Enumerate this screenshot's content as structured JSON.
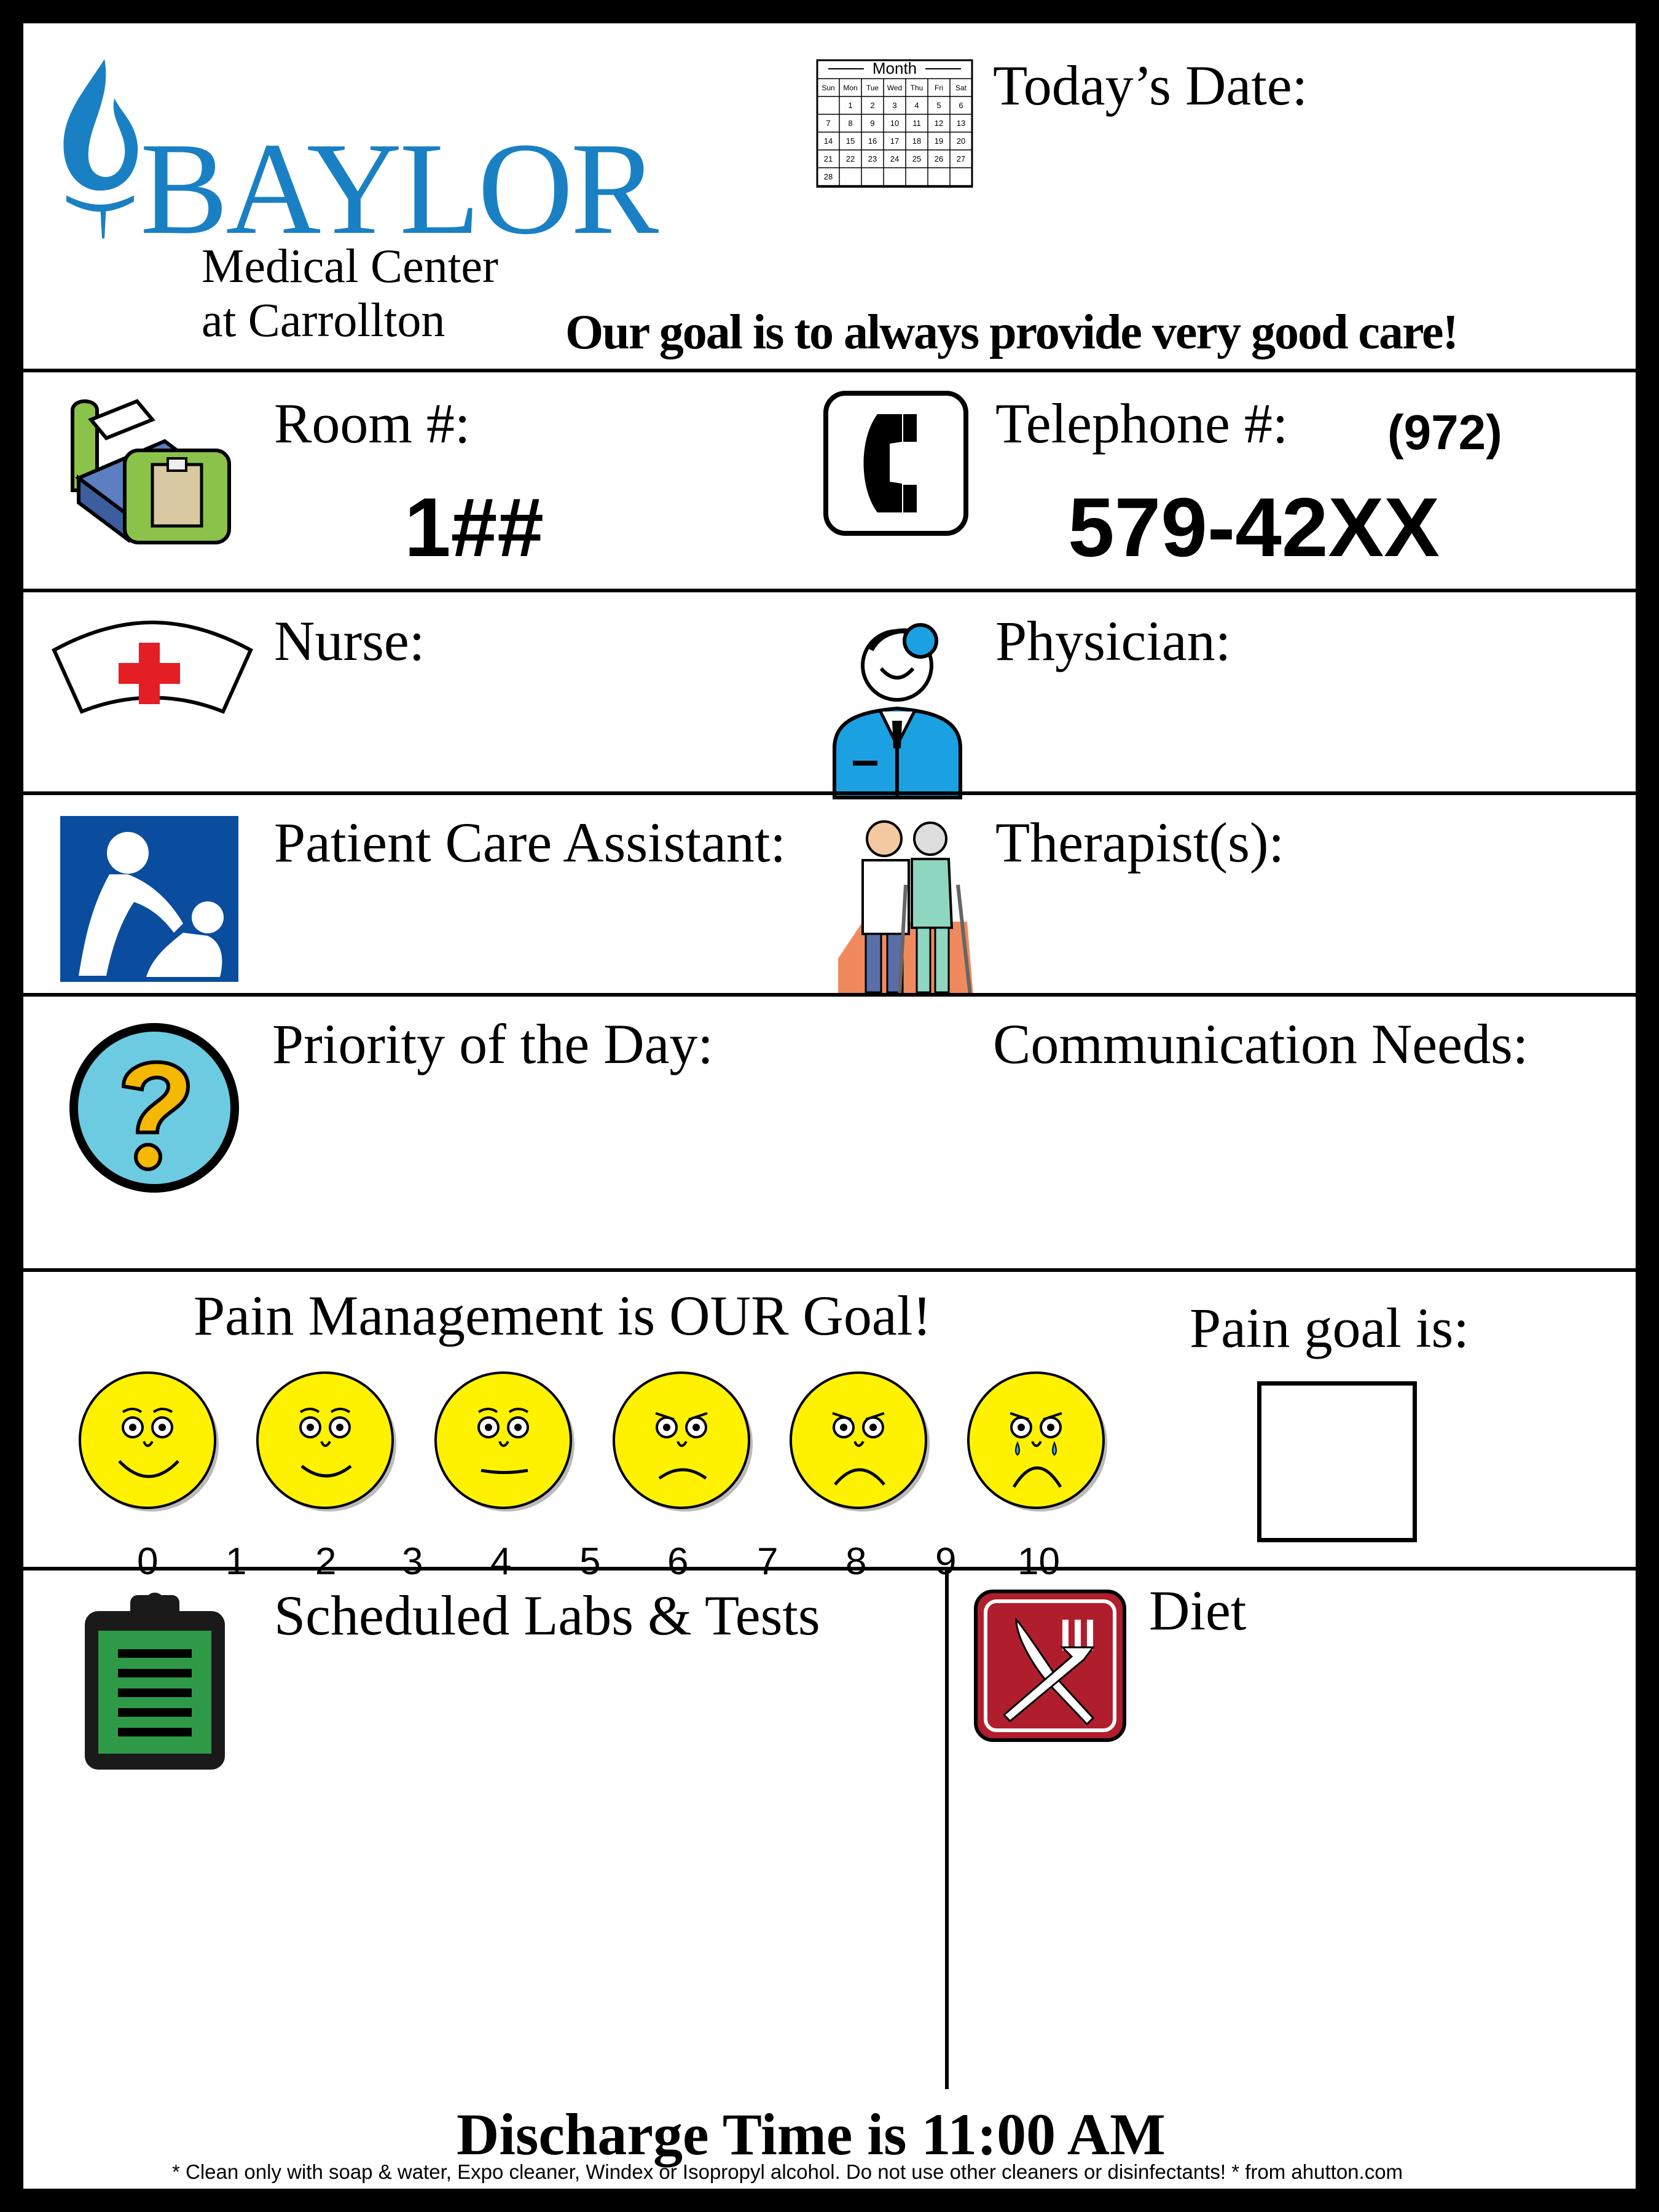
{
  "header": {
    "logo_word": "BAYLOR",
    "logo_sub1": "Medical Center",
    "logo_sub2": "at Carrollton",
    "calendar_month": "Month",
    "calendar_days": [
      "Sun",
      "Mon",
      "Tue",
      "Wed",
      "Thu",
      "Fri",
      "Sat"
    ],
    "calendar_rows": [
      [
        "",
        "",
        "1",
        "2",
        "3",
        "4",
        "5",
        "6"
      ],
      [
        "7",
        "8",
        "9",
        "10",
        "11",
        "12",
        "13"
      ],
      [
        "14",
        "15",
        "16",
        "17",
        "18",
        "19",
        "20"
      ],
      [
        "21",
        "22",
        "23",
        "24",
        "25",
        "26",
        "27"
      ],
      [
        "28",
        "",
        "",
        "",
        "",
        "",
        ""
      ]
    ],
    "date_label": "Today’s Date:",
    "goal_text": "Our goal is to always provide very good care!"
  },
  "room": {
    "label": "Room #:",
    "value": "1##",
    "icon": "bed-icon"
  },
  "telephone": {
    "label": "Telephone #:",
    "area_code": "(972)",
    "value": "579-42XX",
    "icon": "telephone-icon"
  },
  "nurse": {
    "label": "Nurse:",
    "icon": "nurse-cap-icon"
  },
  "physician": {
    "label": "Physician:",
    "icon": "physician-icon"
  },
  "pca": {
    "label": "Patient Care Assistant:",
    "icon": "care-assistant-icon"
  },
  "therapist": {
    "label": "Therapist(s):",
    "icon": "therapist-icon"
  },
  "priority": {
    "label": "Priority of the Day:",
    "icon": "question-mark-icon"
  },
  "communication": {
    "label": "Communication Needs:"
  },
  "pain": {
    "title": "Pain Management is OUR Goal!",
    "goal_label": "Pain goal is:",
    "scale": [
      "0",
      "1",
      "2",
      "3",
      "4",
      "5",
      "6",
      "7",
      "8",
      "9",
      "10"
    ]
  },
  "labs": {
    "label": "Scheduled Labs & Tests",
    "icon": "clipboard-icon"
  },
  "diet": {
    "label": "Diet",
    "icon": "utensils-icon"
  },
  "footer": {
    "discharge": "Discharge Time is 11:00 AM",
    "note": "* Clean only with soap & water, Expo cleaner, Windex or Isopropyl alcohol.  Do not use other cleaners or disinfectants! * from ahutton.com"
  },
  "colors": {
    "baylor_blue": "#1a80c4",
    "face_yellow": "#fff200",
    "nurse_cross": "#e31e24",
    "physician_blue": "#1ba1e2",
    "pca_blue": "#0a4d9e",
    "question_teal": "#6ccbe0",
    "clipboard_green": "#2e9a47",
    "diet_red": "#b01e2e"
  }
}
